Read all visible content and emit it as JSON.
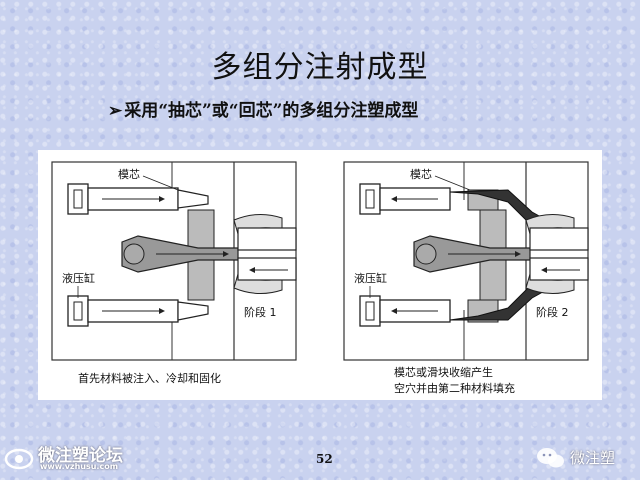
{
  "slide": {
    "title": "多组分注射成型",
    "subtitle_bullet": "➢",
    "subtitle": "采用“抽芯”或“回芯”的多组分注塑成型",
    "page_number": "52"
  },
  "diagram": {
    "left": {
      "label_core": "模芯",
      "label_cylinder": "液压缸",
      "label_stage": "阶段 1",
      "caption": "首先材料被注入、冷却和固化"
    },
    "right": {
      "label_core": "模芯",
      "label_cylinder": "液压缸",
      "label_stage": "阶段 2",
      "caption_line1": "模芯或滑块收缩产生",
      "caption_line2": "空穴并由第二种材料填充"
    }
  },
  "watermarks": {
    "left_name": "微注塑论坛",
    "left_url": "www.vzhusu.com",
    "right_name": "微注塑"
  }
}
